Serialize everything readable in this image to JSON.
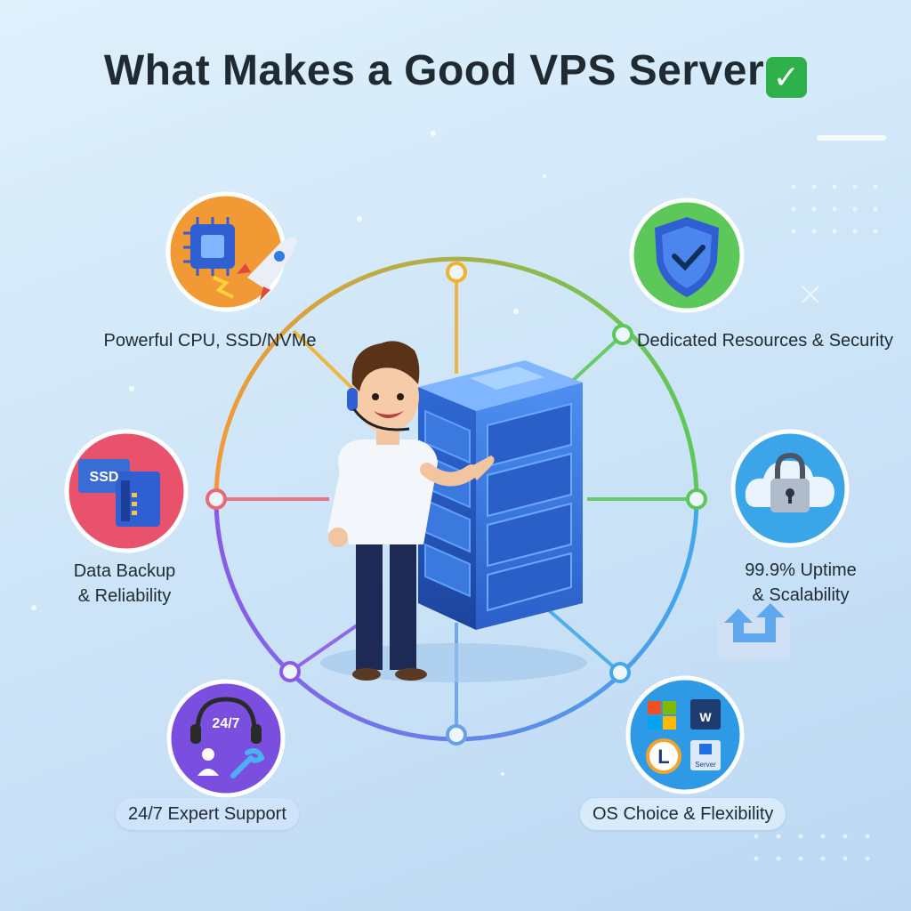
{
  "title": "What Makes a Good VPS Server",
  "title_check": "✓",
  "features": {
    "cpu": {
      "label": "Powerful CPU, SSD/NVMe",
      "icon": "cpu-rocket-icon",
      "color": "#f39a2b"
    },
    "security": {
      "label": "Dedicated Resources & Security",
      "icon": "shield-check-icon",
      "color": "#4cc25a"
    },
    "backup": {
      "label_line1": "Data Backup",
      "label_line2": "& Reliability",
      "icon": "ssd-icon",
      "color": "#e5506a"
    },
    "uptime": {
      "label_line1": "99.9% Uptime",
      "label_line2": "& Scalability",
      "icon": "cloud-lock-icon",
      "color": "#3aa5e8"
    },
    "support": {
      "label": "24/7 Expert Support",
      "icon": "headset-support-icon",
      "badge": "24/7",
      "color": "#7a4fe0"
    },
    "os": {
      "label": "OS Choice & Flexibility",
      "icon": "os-logos-icon",
      "color": "#2e9ae6",
      "tile_text": "Server"
    }
  },
  "ssd_text": "SSD"
}
